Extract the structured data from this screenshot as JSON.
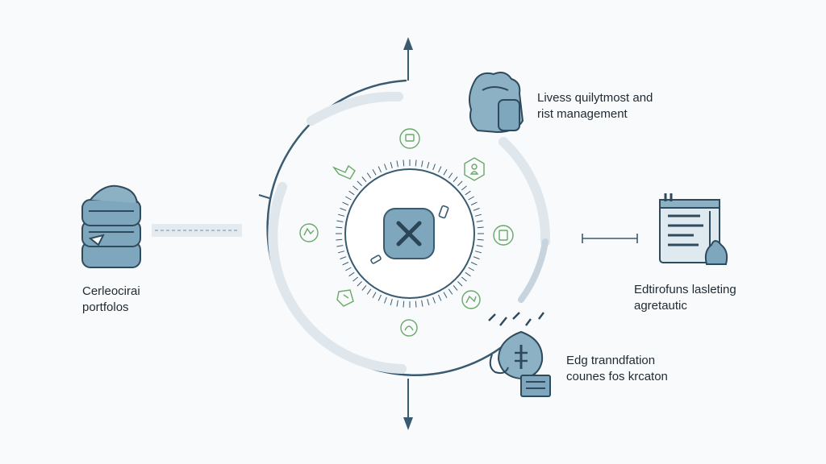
{
  "labels": {
    "top_right": {
      "line1": "Livess quilytmost and",
      "line2": "rist management"
    },
    "right": {
      "line1": "Edtirofuns lasleting",
      "line2": "agretautic"
    },
    "bottom_right": {
      "line1": "Edg tranndfation",
      "line2": "counes fos krcaton"
    },
    "left": {
      "line1": "Cerleocirai",
      "line2": "portfolos"
    }
  },
  "icons": {
    "center": "close-x-icon",
    "top_right": "cloud-stack-icon",
    "right": "document-panel-icon",
    "bottom_right": "shield-plant-icon",
    "left": "database-stack-icon"
  },
  "colors": {
    "stroke": "#3a5a70",
    "accent": "#7ea6bd",
    "track": "#dfe6ec",
    "green": "#6aa86a"
  }
}
